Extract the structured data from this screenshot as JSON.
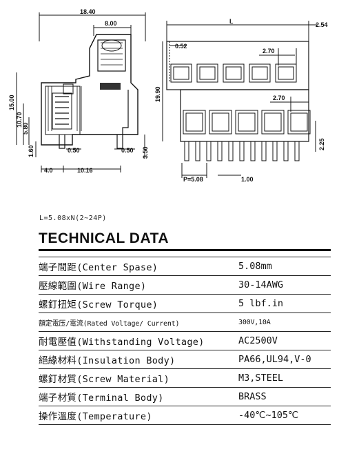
{
  "drawing": {
    "dims": {
      "overall_width": "18.40",
      "top_width": "8.00",
      "height_15": "15.00",
      "height_1070": "10.70",
      "height_580": "5.80",
      "height_160": "1.60",
      "pin_050_left": "0.50",
      "pin_050_right": "0.50",
      "pitch_40": "4.0",
      "span_1016": "10.16",
      "depth_350": "3.50",
      "length_L": "L",
      "offset_254": "2.54",
      "offset_052": "0.52",
      "screw_270_top": "2.70",
      "screw_270_bottom": "2.70",
      "height_1990": "19.90",
      "height_225": "2.25",
      "pitch_label": "P=5.08",
      "pin_100": "1.00"
    }
  },
  "formula": "L=5.08xN(2~24P)",
  "title": "TECHNICAL DATA",
  "specs": [
    {
      "label": "端子間距(Center Spase)",
      "value": "5.08mm",
      "small": false
    },
    {
      "label": "壓線範圍(Wire Range)",
      "value": "30-14AWG",
      "small": false
    },
    {
      "label": "螺釘扭矩(Screw Torque)",
      "value": "5 lbf.in",
      "small": false
    },
    {
      "label": "額定電压/電流(Rated Voltage/ Current)",
      "value": "300V,10A",
      "small": true
    },
    {
      "label": "耐電壓值(Withstanding Voltage)",
      "value": "AC2500V",
      "small": false
    },
    {
      "label": "絕緣材料(Insulation Body)",
      "value": "PA66,UL94,V-0",
      "small": false
    },
    {
      "label": "螺釘材質(Screw Material)",
      "value": "M3,STEEL",
      "small": false
    },
    {
      "label": "端子材質(Terminal Body)",
      "value": "BRASS",
      "small": false
    },
    {
      "label": "操作溫度(Temperature)",
      "value": "-40℃~105℃",
      "small": false
    }
  ]
}
